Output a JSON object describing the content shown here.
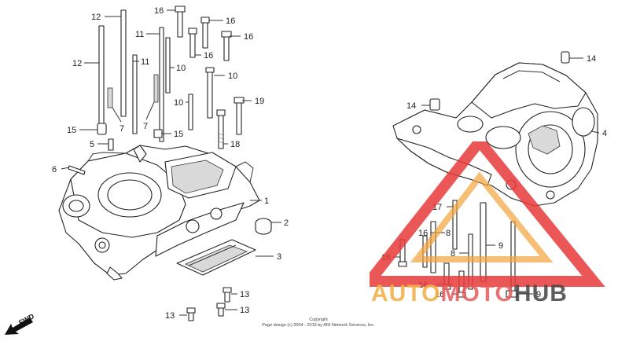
{
  "diagram": {
    "callouts": {
      "c1": "1",
      "c2": "2",
      "c3": "3",
      "c4": "4",
      "c5": "5",
      "c6": "6",
      "c7": "7",
      "c8": "8",
      "c9": "9",
      "c10": "10",
      "c11": "11",
      "c12": "12",
      "c13": "13",
      "c14": "14",
      "c15": "15",
      "c16": "16",
      "c17": "17",
      "c18": "18",
      "c19": "19"
    },
    "fwd_label": "FWD",
    "copyright_line1": "Copyright",
    "copyright_line2": "Page design (c) 2004 - 2016 by ARI Network Services, Inc.",
    "watermark": {
      "part1": "AUTO",
      "part2": "MOTO",
      "part3": "HUB",
      "red": "#e83a3a",
      "orange": "#f2a43a"
    }
  }
}
